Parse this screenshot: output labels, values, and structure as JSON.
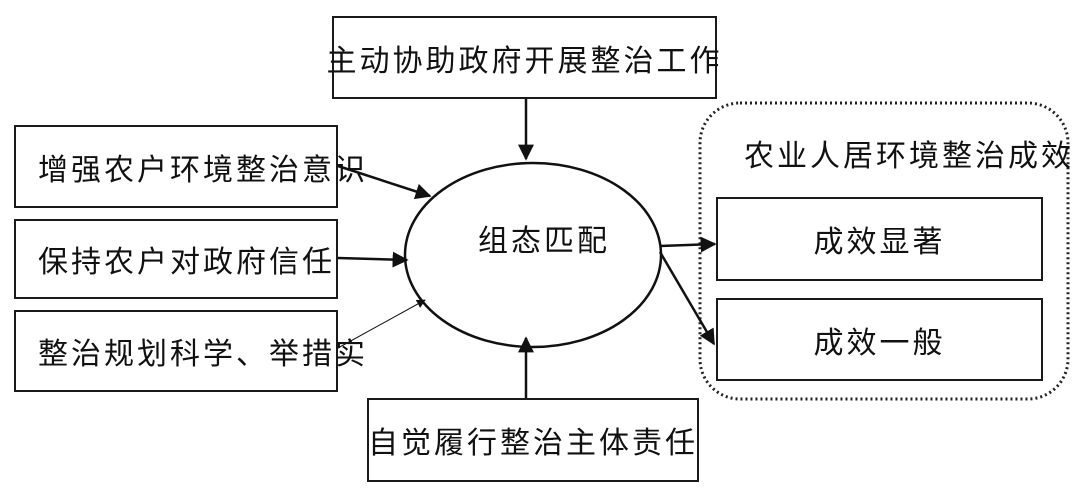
{
  "top_factor": "主动协助政府开展整治工作",
  "left_factors": [
    "增强农户环境整治意识",
    "保持农户对政府信任",
    "整治规划科学、举措实"
  ],
  "bottom_factor": "自觉履行整治主体责任",
  "center_node": "组态匹配",
  "outcome": {
    "title": "农业人居环境整治成效",
    "items": [
      "成效显著",
      "成效一般"
    ]
  }
}
